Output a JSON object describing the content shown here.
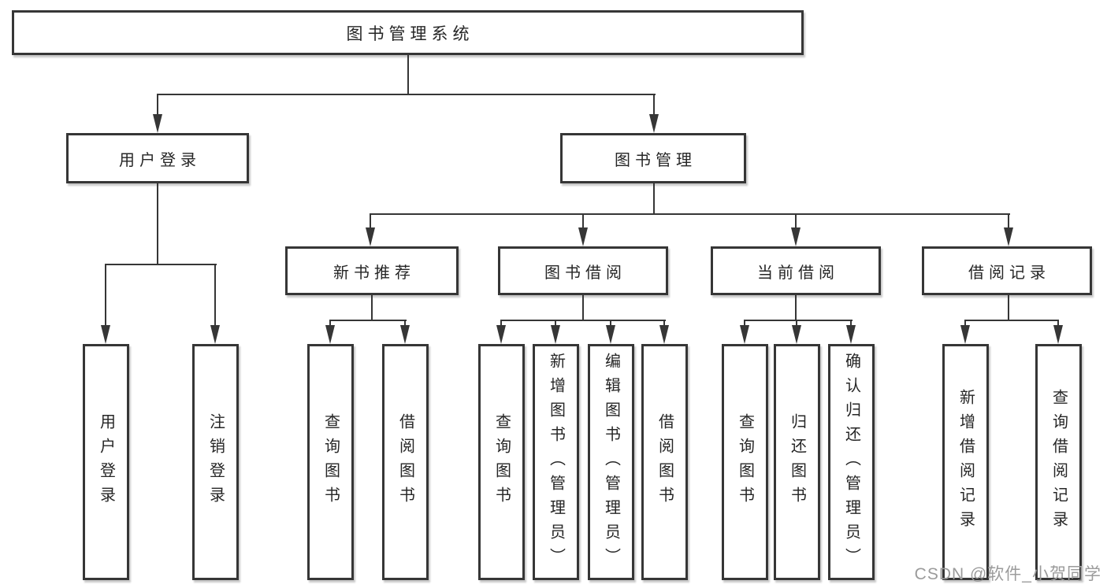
{
  "diagram_type": "hierarchy-tree",
  "tree": {
    "label": "图书管理系统",
    "children": [
      {
        "label": "用户登录",
        "children": [
          {
            "label": "用户登录"
          },
          {
            "label": "注销登录"
          }
        ]
      },
      {
        "label": "图书管理",
        "children": [
          {
            "label": "新书推荐",
            "children": [
              {
                "label": "查询图书"
              },
              {
                "label": "借阅图书"
              }
            ]
          },
          {
            "label": "图书借阅",
            "children": [
              {
                "label": "查询图书"
              },
              {
                "label": "新增图书（管理员）"
              },
              {
                "label": "编辑图书（管理员）"
              },
              {
                "label": "借阅图书"
              }
            ]
          },
          {
            "label": "当前借阅",
            "children": [
              {
                "label": "查询图书"
              },
              {
                "label": "归还图书"
              },
              {
                "label": "确认归还（管理员）"
              }
            ]
          },
          {
            "label": "借阅记录",
            "children": [
              {
                "label": "新增借阅记录"
              },
              {
                "label": "查询借阅记录"
              }
            ]
          }
        ]
      }
    ]
  },
  "watermark": {
    "text": "CSDN @软件_小贺同学"
  },
  "colors": {
    "line": "#363636",
    "text": "#262626",
    "watermark": "#9b9b9b",
    "background": "#ffffff"
  }
}
